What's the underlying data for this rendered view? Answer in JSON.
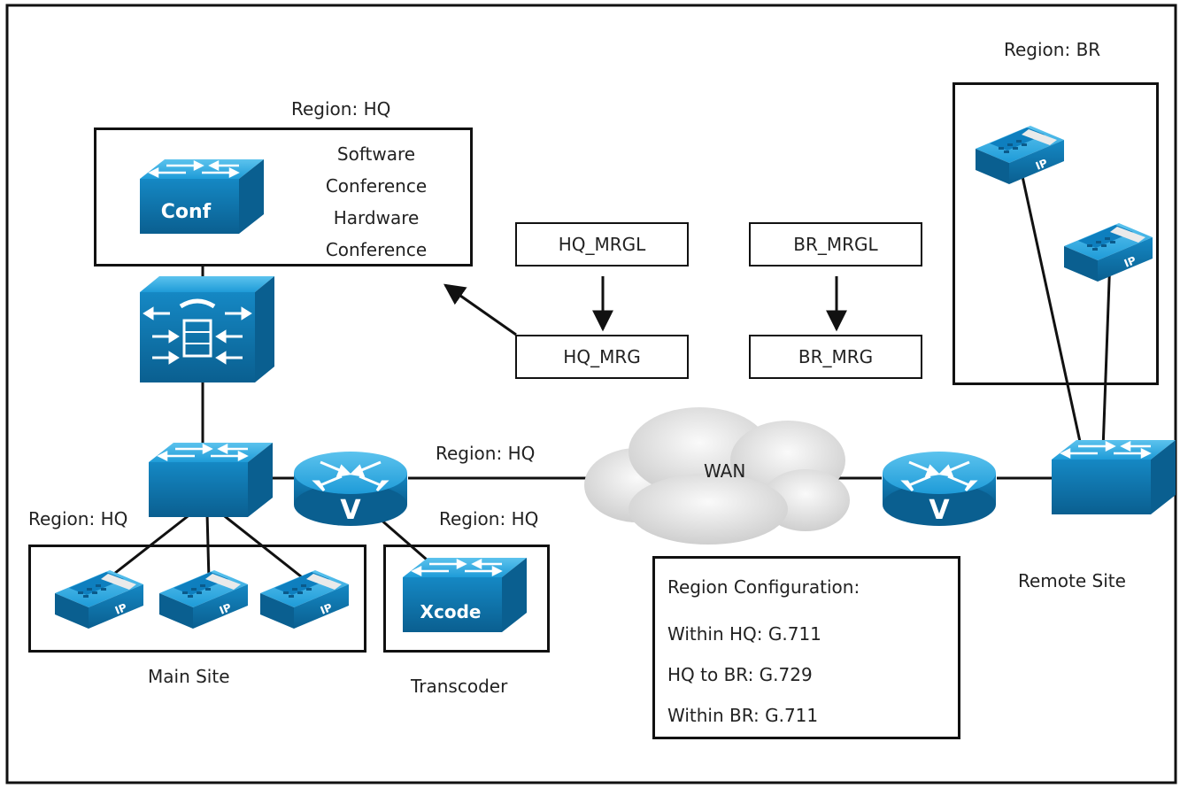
{
  "labels": {
    "region_br_top": "Region: BR",
    "region_hq_top": "Region: HQ",
    "region_hq_main": "Region: HQ",
    "region_hq_link": "Region: HQ",
    "region_hq_xcode": "Region: HQ",
    "wan": "WAN",
    "main_site": "Main Site",
    "transcoder": "Transcoder",
    "remote_site": "Remote Site"
  },
  "conference_box": {
    "lines": [
      "Software",
      "Conference",
      "Hardware",
      "Conference"
    ],
    "device_label": "Conf"
  },
  "media_resources": {
    "hq_mrgl": "HQ_MRGL",
    "hq_mrg": "HQ_MRG",
    "br_mrgl": "BR_MRGL",
    "br_mrg": "BR_MRG"
  },
  "region_config": {
    "title": "Region Configuration:",
    "lines": [
      "Within HQ: G.711",
      "HQ to BR: G.729",
      "Within BR: G.711"
    ]
  },
  "devices": {
    "xcode_label": "Xcode",
    "router_label": "V",
    "phone_label": "IP"
  },
  "colors": {
    "device_blue": "#1a9ad6",
    "device_dark": "#0b6fa5",
    "line": "#111111",
    "cloud": "#e4e4e4"
  }
}
